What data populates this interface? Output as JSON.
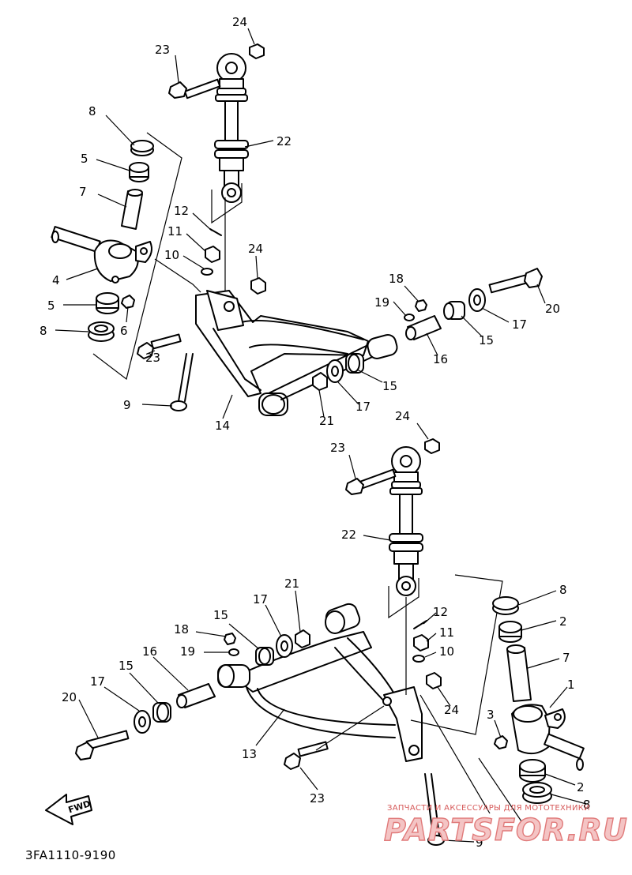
{
  "catalog_number": "3FA1110-9190",
  "fwd_label": "FWD",
  "watermark": {
    "tagline": "ЗАПЧАСТИ И АКСЕССУАРЫ ДЛЯ МОТОТЕХНИКИ",
    "logo_left": "PARTS",
    "logo_right": "FOR.RU"
  },
  "callouts": {
    "upper": [
      "24",
      "23",
      "8",
      "22",
      "5",
      "7",
      "12",
      "11",
      "10",
      "24",
      "4",
      "5",
      "6",
      "8",
      "18",
      "19",
      "20",
      "17",
      "15",
      "16",
      "23",
      "9",
      "14",
      "21",
      "17",
      "15"
    ],
    "lower": [
      "24",
      "23",
      "22",
      "21",
      "17",
      "15",
      "18",
      "19",
      "12",
      "11",
      "10",
      "8",
      "2",
      "7",
      "1",
      "3",
      "16",
      "15",
      "17",
      "20",
      "13",
      "24",
      "23",
      "2",
      "8",
      "9"
    ]
  }
}
